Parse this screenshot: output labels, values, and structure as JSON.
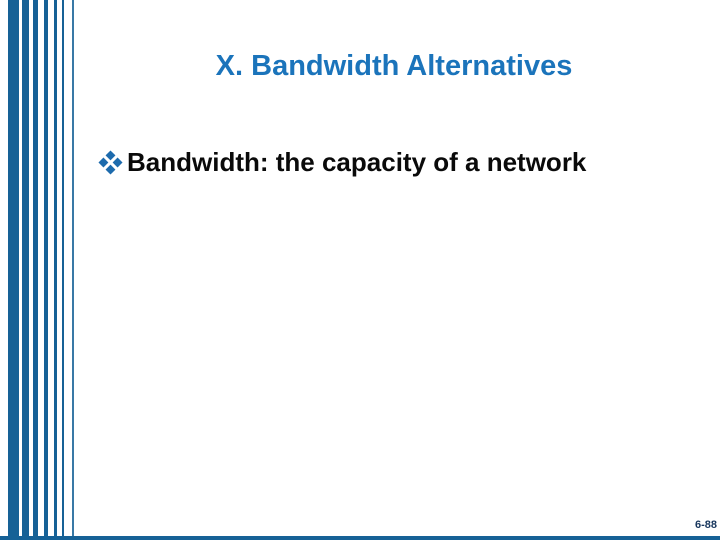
{
  "slide": {
    "title": "X. Bandwidth Alternatives",
    "bullet": {
      "marker_icon": "diamond-cluster-bullet",
      "text": "Bandwidth: the capacity of a network"
    },
    "page_number": "6-88"
  },
  "colors": {
    "background": "#ffffff",
    "title": "#1b74bb",
    "body_text": "#0a0a0a",
    "stripe": "#166196",
    "bottom_bar": "#166196",
    "accent_bullet": "#1d6bad",
    "page_number": "#17365d"
  }
}
